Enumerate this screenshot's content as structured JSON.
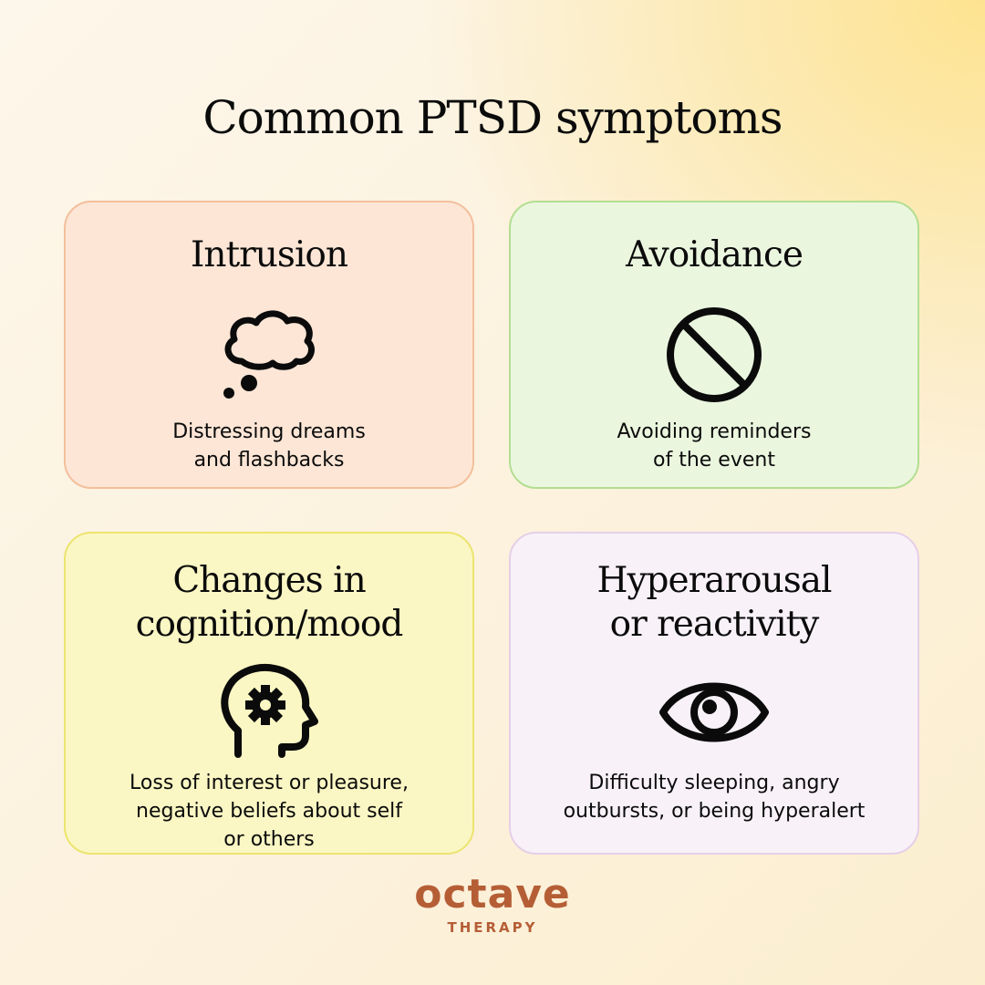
{
  "title": "Common PTSD symptoms",
  "cards": [
    {
      "heading": "Intrusion",
      "icon": "thought-bubble-icon",
      "description": "Distressing dreams\nand flashbacks"
    },
    {
      "heading": "Avoidance",
      "icon": "prohibited-icon",
      "description": "Avoiding reminders\nof the event"
    },
    {
      "heading": "Changes in\ncognition/mood",
      "icon": "head-gear-icon",
      "description": "Loss of interest or pleasure,\nnegative beliefs about self\nor others"
    },
    {
      "heading": "Hyperarousal\nor reactivity",
      "icon": "eye-icon",
      "description": "Difficulty sleeping, angry\noutbursts, or being hyperalert"
    }
  ],
  "brand": {
    "name": "octave",
    "subtitle": "THERAPY"
  },
  "colors": {
    "intrusion_bg": "#fde6d6",
    "avoidance_bg": "#ebf6df",
    "cognition_bg": "#fbf7c4",
    "hyperarousal_bg": "#f8f2f8",
    "brand": "#b55e36"
  }
}
